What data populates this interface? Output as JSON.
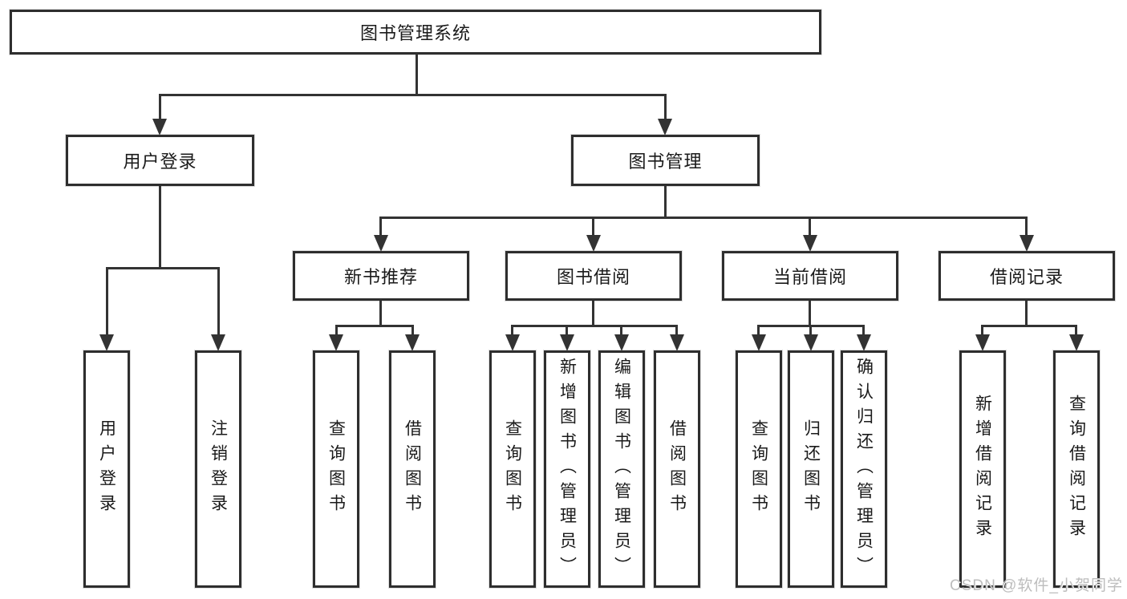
{
  "diagram": {
    "root": "图书管理系统",
    "level2": {
      "user_login": "用户登录",
      "book_mgmt": "图书管理"
    },
    "level3": {
      "new_books": "新书推荐",
      "borrowing": "图书借阅",
      "current": "当前借阅",
      "records": "借阅记录"
    },
    "leaves": {
      "user_login": [
        "用户登录",
        "注销登录"
      ],
      "new_books": [
        "查询图书",
        "借阅图书"
      ],
      "borrowing": [
        "查询图书",
        "新增图书（管理员）",
        "编辑图书（管理员）",
        "借阅图书"
      ],
      "current": [
        "查询图书",
        "归还图书",
        "确认归还（管理员）"
      ],
      "records": [
        "新增借阅记录",
        "查询借阅记录"
      ]
    }
  },
  "watermark": "CSDN @软件_小贺同学",
  "colors": {
    "line": "#333333",
    "border": "#2e2e2e",
    "text": "#1a1a1a",
    "background": "#ffffff",
    "watermark": "#bdbdbd"
  }
}
